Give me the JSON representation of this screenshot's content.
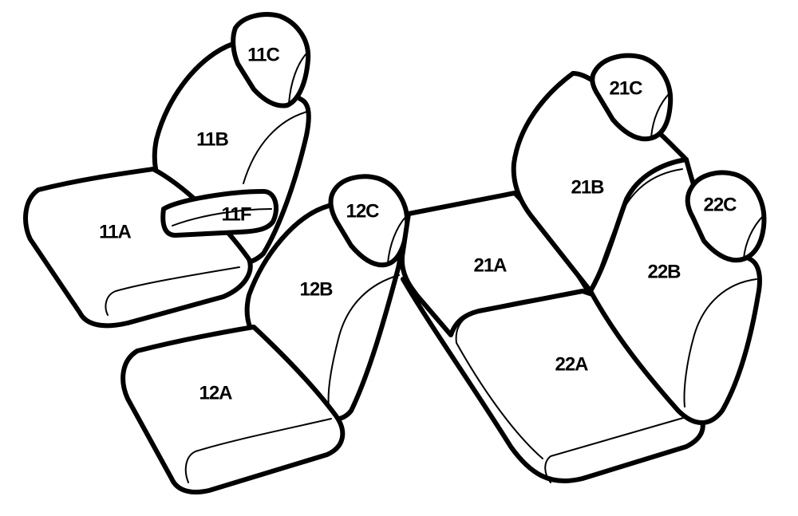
{
  "diagram": {
    "line_color": "#000000",
    "fill_color": "#ffffff",
    "seats": [
      {
        "id": "front-seat-1",
        "parts": [
          {
            "key": "11C",
            "label": "11C",
            "role": "headrest"
          },
          {
            "key": "11B",
            "label": "11B",
            "role": "backrest"
          },
          {
            "key": "11A",
            "label": "11A",
            "role": "seat cushion"
          },
          {
            "key": "11F",
            "label": "11F",
            "role": "armrest"
          }
        ]
      },
      {
        "id": "front-seat-2",
        "parts": [
          {
            "key": "12C",
            "label": "12C",
            "role": "headrest"
          },
          {
            "key": "12B",
            "label": "12B",
            "role": "backrest"
          },
          {
            "key": "12A",
            "label": "12A",
            "role": "seat cushion"
          }
        ]
      },
      {
        "id": "rear-bench",
        "parts": [
          {
            "key": "21C",
            "label": "21C",
            "role": "headrest"
          },
          {
            "key": "21B",
            "label": "21B",
            "role": "backrest"
          },
          {
            "key": "21A",
            "label": "21A",
            "role": "seat cushion"
          },
          {
            "key": "22C",
            "label": "22C",
            "role": "headrest"
          },
          {
            "key": "22B",
            "label": "22B",
            "role": "backrest"
          },
          {
            "key": "22A",
            "label": "22A",
            "role": "seat cushion"
          }
        ]
      }
    ]
  }
}
